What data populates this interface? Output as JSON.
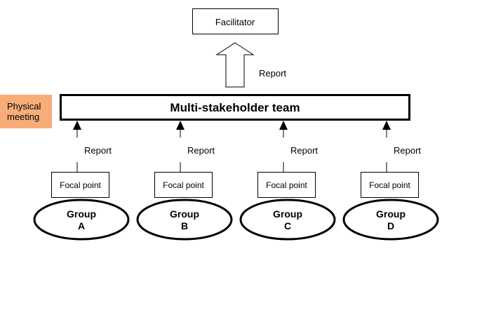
{
  "facilitator": {
    "label": "Facilitator"
  },
  "report_up": {
    "label": "Report"
  },
  "physical_meeting": {
    "line1": "Physical",
    "line2": "meeting",
    "color": "#f8ad78"
  },
  "team": {
    "label": "Multi-stakeholder team"
  },
  "report_label": "Report",
  "focal_point_label": "Focal point",
  "groups": [
    {
      "line1": "Group",
      "line2": "A"
    },
    {
      "line1": "Group",
      "line2": "B"
    },
    {
      "line1": "Group",
      "line2": "C"
    },
    {
      "line1": "Group",
      "line2": "D"
    }
  ]
}
